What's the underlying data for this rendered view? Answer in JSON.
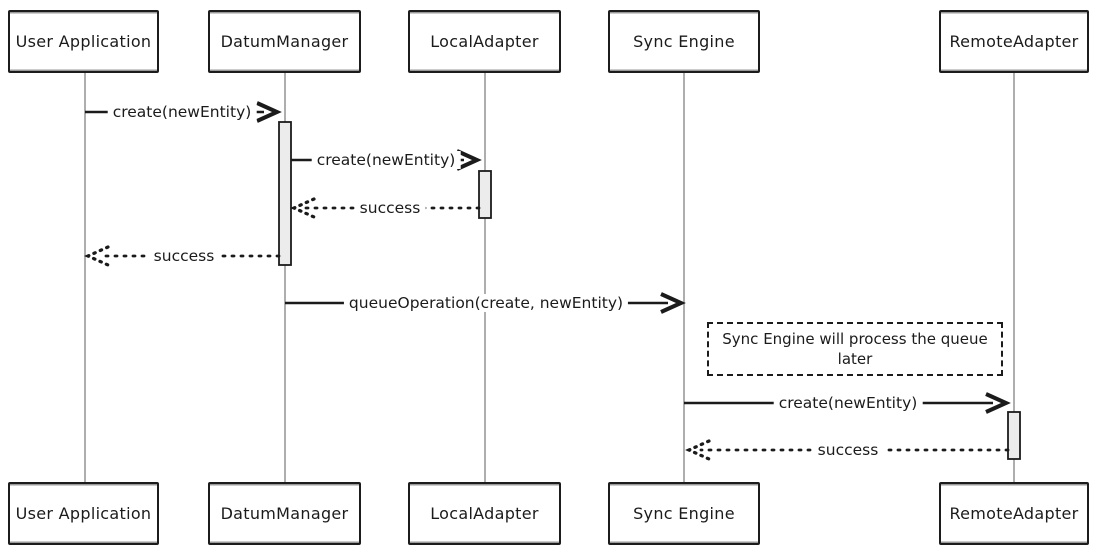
{
  "diagram_type": "sequence-diagram",
  "style": "hand-drawn",
  "colors": {
    "background": "#ffffff",
    "stroke": "#1b1b1b",
    "lifeline": "#999999",
    "activation_fill": "#ececec"
  },
  "participants": [
    {
      "label": "User Application"
    },
    {
      "label": "DatumManager"
    },
    {
      "label": "LocalAdapter"
    },
    {
      "label": "Sync Engine"
    },
    {
      "label": "RemoteAdapter"
    }
  ],
  "messages": [
    {
      "label": "create(newEntity)",
      "from": "User Application",
      "to": "DatumManager",
      "line": "solid"
    },
    {
      "label": "create(newEntity)",
      "from": "DatumManager",
      "to": "LocalAdapter",
      "line": "solid"
    },
    {
      "label": "success",
      "from": "LocalAdapter",
      "to": "DatumManager",
      "line": "dotted"
    },
    {
      "label": "success",
      "from": "DatumManager",
      "to": "User Application",
      "line": "dotted"
    },
    {
      "label": "queueOperation(create, newEntity)",
      "from": "DatumManager",
      "to": "Sync Engine",
      "line": "solid"
    },
    {
      "label": "create(newEntity)",
      "from": "Sync Engine",
      "to": "RemoteAdapter",
      "line": "solid"
    },
    {
      "label": "success",
      "from": "RemoteAdapter",
      "to": "Sync Engine",
      "line": "dotted"
    }
  ],
  "note": {
    "text": "Sync Engine will process the queue later"
  }
}
